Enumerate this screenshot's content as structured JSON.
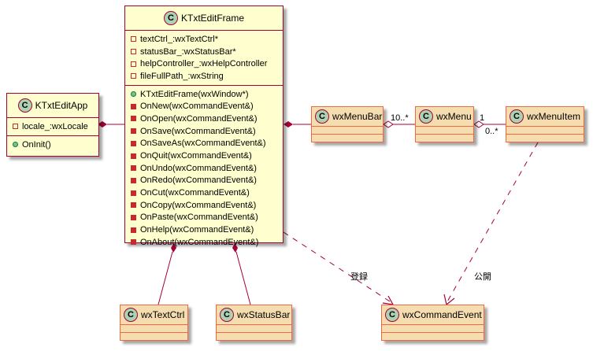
{
  "diagram": {
    "type": "UML class diagram",
    "colors": {
      "main_fill": "#fefece",
      "main_border": "#a80036",
      "ext_fill": "#f6ddb0",
      "ext_border": "#f0683f",
      "badge_fill": "#add1b2",
      "edge": "#a80036"
    },
    "classes": {
      "ktxteditapp": {
        "badge": "C",
        "name": "KTxtEditApp",
        "fields": [
          {
            "visibility": "private",
            "text": "locale_:wxLocale"
          }
        ],
        "methods": [
          {
            "visibility": "public",
            "text": "OnInit()"
          }
        ]
      },
      "ktxteditframe": {
        "badge": "C",
        "name": "KTxtEditFrame",
        "fields": [
          {
            "visibility": "private",
            "text": "textCtrl_:wxTextCtrl*"
          },
          {
            "visibility": "private",
            "text": "statusBar_:wxStatusBar*"
          },
          {
            "visibility": "private",
            "text": "helpController_:wxHelpController"
          },
          {
            "visibility": "private",
            "text": "fileFullPath_:wxString"
          }
        ],
        "methods": [
          {
            "visibility": "public",
            "text": "KTxtEditFrame(wxWindow*)"
          },
          {
            "visibility": "private",
            "text": "OnNew(wxCommandEvent&)"
          },
          {
            "visibility": "private",
            "text": "OnOpen(wxCommandEvent&)"
          },
          {
            "visibility": "private",
            "text": "OnSave(wxCommandEvent&)"
          },
          {
            "visibility": "private",
            "text": "OnSaveAs(wxCommandEvent&)"
          },
          {
            "visibility": "private",
            "text": "OnQuit(wxCommandEvent&)"
          },
          {
            "visibility": "private",
            "text": "OnUndo(wxCommandEvent&)"
          },
          {
            "visibility": "private",
            "text": "OnRedo(wxCommandEvent&)"
          },
          {
            "visibility": "private",
            "text": "OnCut(wxCommandEvent&)"
          },
          {
            "visibility": "private",
            "text": "OnCopy(wxCommandEvent&)"
          },
          {
            "visibility": "private",
            "text": "OnPaste(wxCommandEvent&)"
          },
          {
            "visibility": "private",
            "text": "OnHelp(wxCommandEvent&)"
          },
          {
            "visibility": "private",
            "text": "OnAbout(wxCommandEvent&)"
          }
        ]
      },
      "wxmenubar": {
        "badge": "C",
        "name": "wxMenuBar"
      },
      "wxmenu": {
        "badge": "C",
        "name": "wxMenu"
      },
      "wxmenuitem": {
        "badge": "C",
        "name": "wxMenuItem"
      },
      "wxtextctrl": {
        "badge": "C",
        "name": "wxTextCtrl"
      },
      "wxstatusbar": {
        "badge": "C",
        "name": "wxStatusBar"
      },
      "wxcommandevent": {
        "badge": "C",
        "name": "wxCommandEvent"
      }
    },
    "relations": [
      {
        "from": "KTxtEditApp",
        "to": "KTxtEditFrame",
        "kind": "composition"
      },
      {
        "from": "KTxtEditFrame",
        "to": "wxMenuBar",
        "kind": "composition"
      },
      {
        "from": "wxMenuBar",
        "to": "wxMenu",
        "kind": "aggregation",
        "multiplicity": "10..*"
      },
      {
        "from": "wxMenu",
        "to": "wxMenuItem",
        "kind": "aggregation",
        "source_multiplicity": "1",
        "target_multiplicity": "0..*"
      },
      {
        "from": "KTxtEditFrame",
        "to": "wxTextCtrl",
        "kind": "composition"
      },
      {
        "from": "KTxtEditFrame",
        "to": "wxStatusBar",
        "kind": "composition"
      },
      {
        "from": "KTxtEditFrame",
        "to": "wxCommandEvent",
        "kind": "dependency",
        "label": "登録"
      },
      {
        "from": "wxMenuItem",
        "to": "wxCommandEvent",
        "kind": "dependency",
        "label": "公開"
      }
    ],
    "labels": {
      "menubar_menu_mult": "10..*",
      "menu_menuitem_src": "1",
      "menu_menuitem_dst": "0..*",
      "register": "登録",
      "publish": "公開"
    }
  }
}
